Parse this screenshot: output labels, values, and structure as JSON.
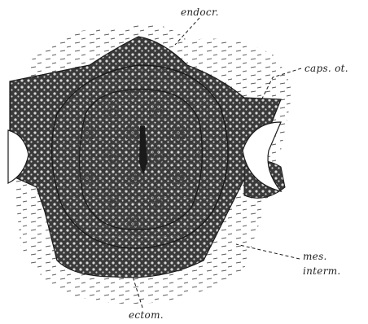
{
  "labels": {
    "endocr": "endocr.",
    "caps_ot": "caps. ot.",
    "mes_line1": "mes.",
    "mes_line2": "interm.",
    "ectom": "ectom."
  },
  "colors": {
    "ink": "#1a1a1a",
    "cartilage_dark": "#333333",
    "paper": "#ffffff"
  }
}
